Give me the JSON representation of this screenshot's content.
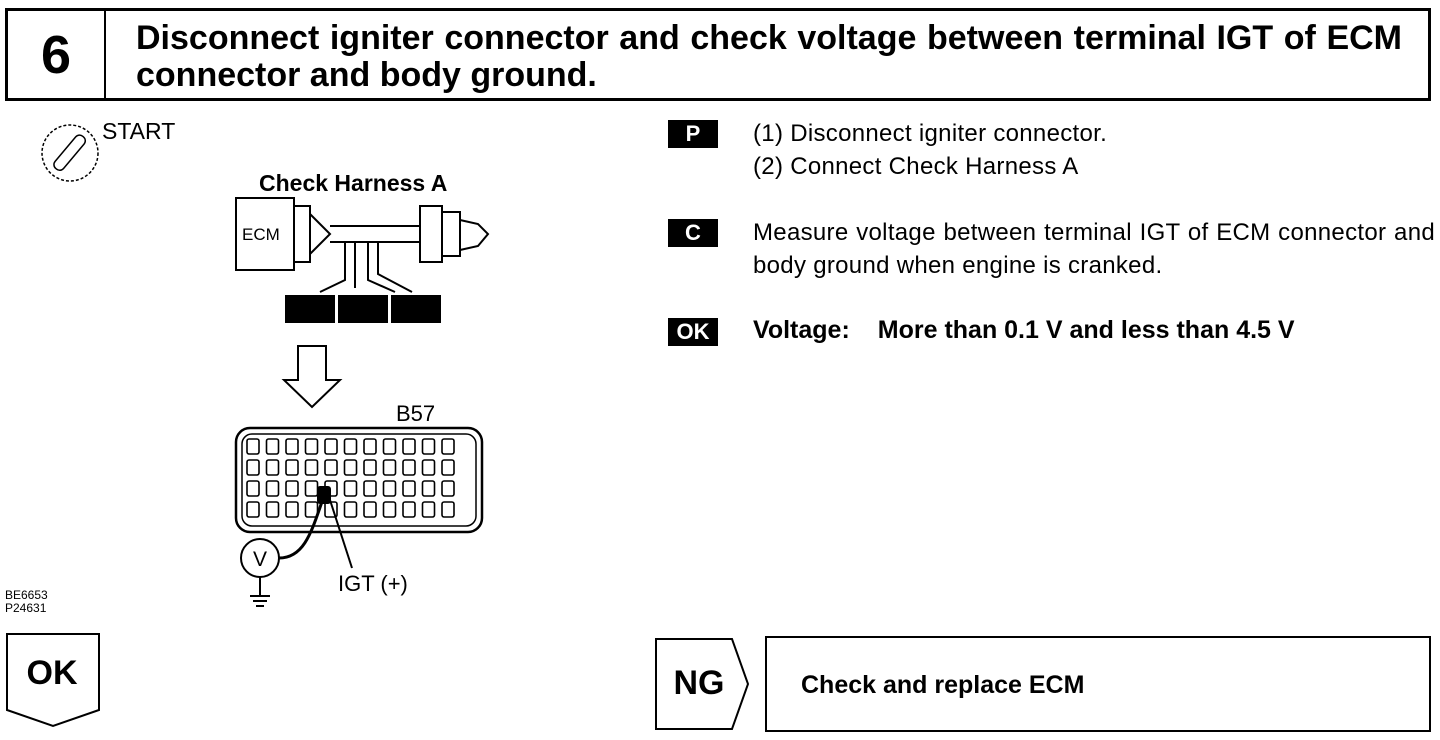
{
  "step": {
    "number": "6",
    "title": "Disconnect igniter connector and check voltage between terminal IGT of ECM connector and body ground."
  },
  "figure": {
    "start_label": "START",
    "harness_label": "Check Harness A",
    "ecm_label": "ECM",
    "connector_label": "B57",
    "terminal_label": "IGT (+)",
    "meter_symbol": "V",
    "codes": [
      "BE6653",
      "P24631"
    ]
  },
  "instructions": {
    "p_badge": "P",
    "p_steps": [
      "(1) Disconnect igniter connector.",
      "(2) Connect Check Harness A"
    ],
    "c_badge": "C",
    "c_text": "Measure voltage between terminal IGT of ECM connector and body ground when engine is cranked.",
    "ok_badge": "OK",
    "voltage_label": "Voltage:",
    "voltage_value": "More than 0.1 V and less than 4.5 V"
  },
  "result": {
    "ok_label": "OK",
    "ng_label": "NG",
    "ng_action": "Check and replace ECM"
  }
}
